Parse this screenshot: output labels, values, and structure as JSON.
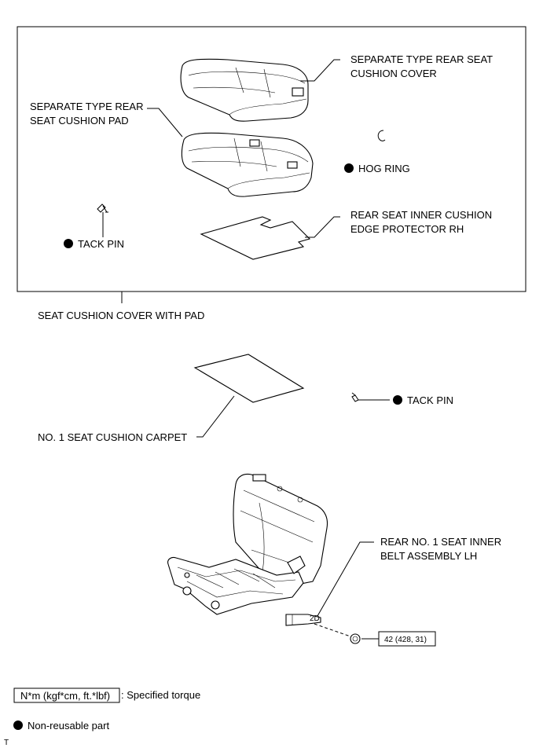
{
  "callouts": {
    "cushion_cover": [
      "SEPARATE TYPE REAR SEAT",
      "CUSHION COVER"
    ],
    "cushion_pad": [
      "SEPARATE TYPE REAR",
      "SEAT CUSHION PAD"
    ],
    "hog_ring": "HOG RING",
    "tack_pin_1": "TACK PIN",
    "edge_protector": [
      "REAR SEAT INNER CUSHION",
      "EDGE PROTECTOR RH"
    ],
    "cover_with_pad": "SEAT CUSHION COVER WITH PAD",
    "carpet": "NO. 1 SEAT CUSHION CARPET",
    "tack_pin_2": "TACK PIN",
    "belt_assembly": [
      "REAR NO. 1 SEAT INNER",
      "BELT ASSEMBLY LH"
    ],
    "torque_value": "42 (428, 31)"
  },
  "legend": {
    "torque_box": "N*m (kgf*cm, ft.*lbf)",
    "torque_desc": ": Specified torque",
    "nonreusable_desc": "Non-reusable part"
  },
  "footer": {
    "code": "T"
  },
  "colors": {
    "line": "#000000",
    "background": "#ffffff",
    "part_shade": "#d9d9d9"
  }
}
